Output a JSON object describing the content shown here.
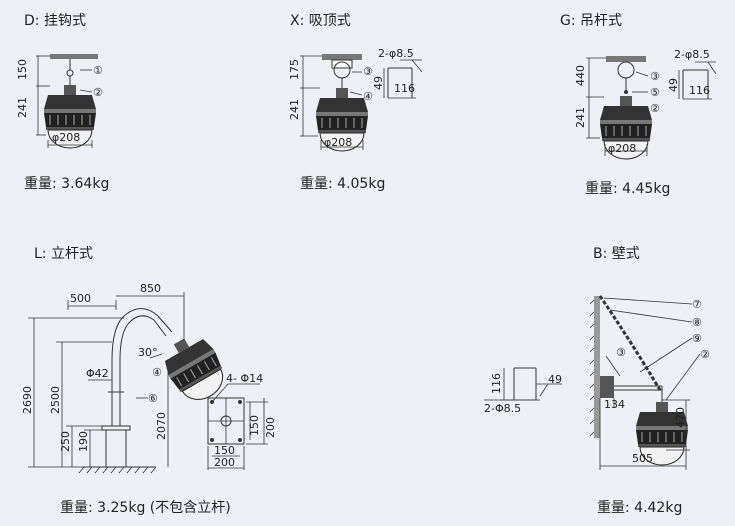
{
  "panels": {
    "d": {
      "title": "D: 挂钩式",
      "weight": "重量: 3.64kg",
      "dims": {
        "h1": "150",
        "h2": "241",
        "dia": "φ208"
      },
      "callouts": [
        "①",
        "②"
      ]
    },
    "x": {
      "title": "X: 吸顶式",
      "weight": "重量: 4.05kg",
      "dims": {
        "h1": "175",
        "h2": "241",
        "dia": "φ208",
        "hole": "2-φ8.5",
        "a": "49",
        "b": "116"
      },
      "callouts": [
        "③",
        "④"
      ]
    },
    "g": {
      "title": "G: 吊杆式",
      "weight": "重量: 4.45kg",
      "dims": {
        "h1": "440",
        "h2": "241",
        "dia": "φ208",
        "hole": "2-φ8.5",
        "a": "49",
        "b": "116"
      },
      "callouts": [
        "③",
        "⑤",
        "②"
      ]
    },
    "l": {
      "title": "L: 立杆式",
      "weight": "重量: 3.25kg (不包含立杆)",
      "dims": {
        "w1": "500",
        "w2": "850",
        "angle": "30°",
        "pole": "Φ42",
        "h_total": "2690",
        "h_2500": "2500",
        "h_2070": "2070",
        "h_250": "250",
        "h_190": "190",
        "base_holes": "4- Φ14",
        "b_150v": "150",
        "b_200v": "200",
        "b_150h": "150",
        "b_200h": "200"
      },
      "callouts": [
        "④",
        "⑥"
      ]
    },
    "b": {
      "title": "B: 壁式",
      "weight": "重量: 4.42kg",
      "dims": {
        "a": "116",
        "b": "49",
        "hole": "2-Φ8.5",
        "c": "134",
        "h": "470",
        "w": "505"
      },
      "callouts": [
        "⑦",
        "⑧",
        "③",
        "⑨",
        "②"
      ]
    }
  }
}
